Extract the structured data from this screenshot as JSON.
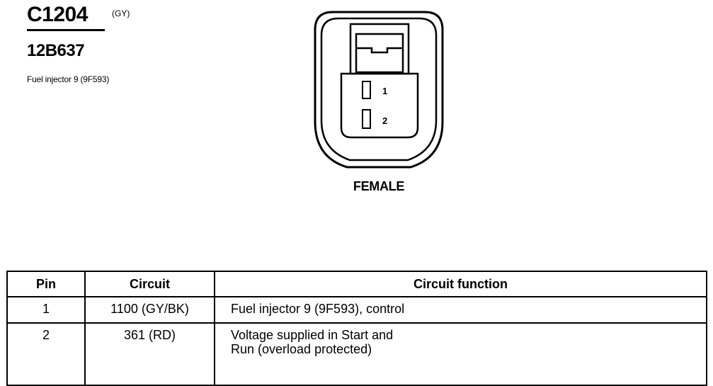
{
  "connector": {
    "id": "C1204",
    "color": "(GY)",
    "part_number": "12B637",
    "description": "Fuel injector 9 (9F593)",
    "gender": "FEMALE",
    "pin_labels": [
      "1",
      "2"
    ]
  },
  "table": {
    "headers": [
      "Pin",
      "Circuit",
      "Circuit function"
    ],
    "rows": [
      {
        "pin": "1",
        "circuit": "1100 (GY/BK)",
        "function_lines": [
          "Fuel injector 9 (9F593), control"
        ]
      },
      {
        "pin": "2",
        "circuit": "361 (RD)",
        "function_lines": [
          "Voltage supplied in Start and",
          "Run (overload protected)"
        ]
      }
    ]
  }
}
